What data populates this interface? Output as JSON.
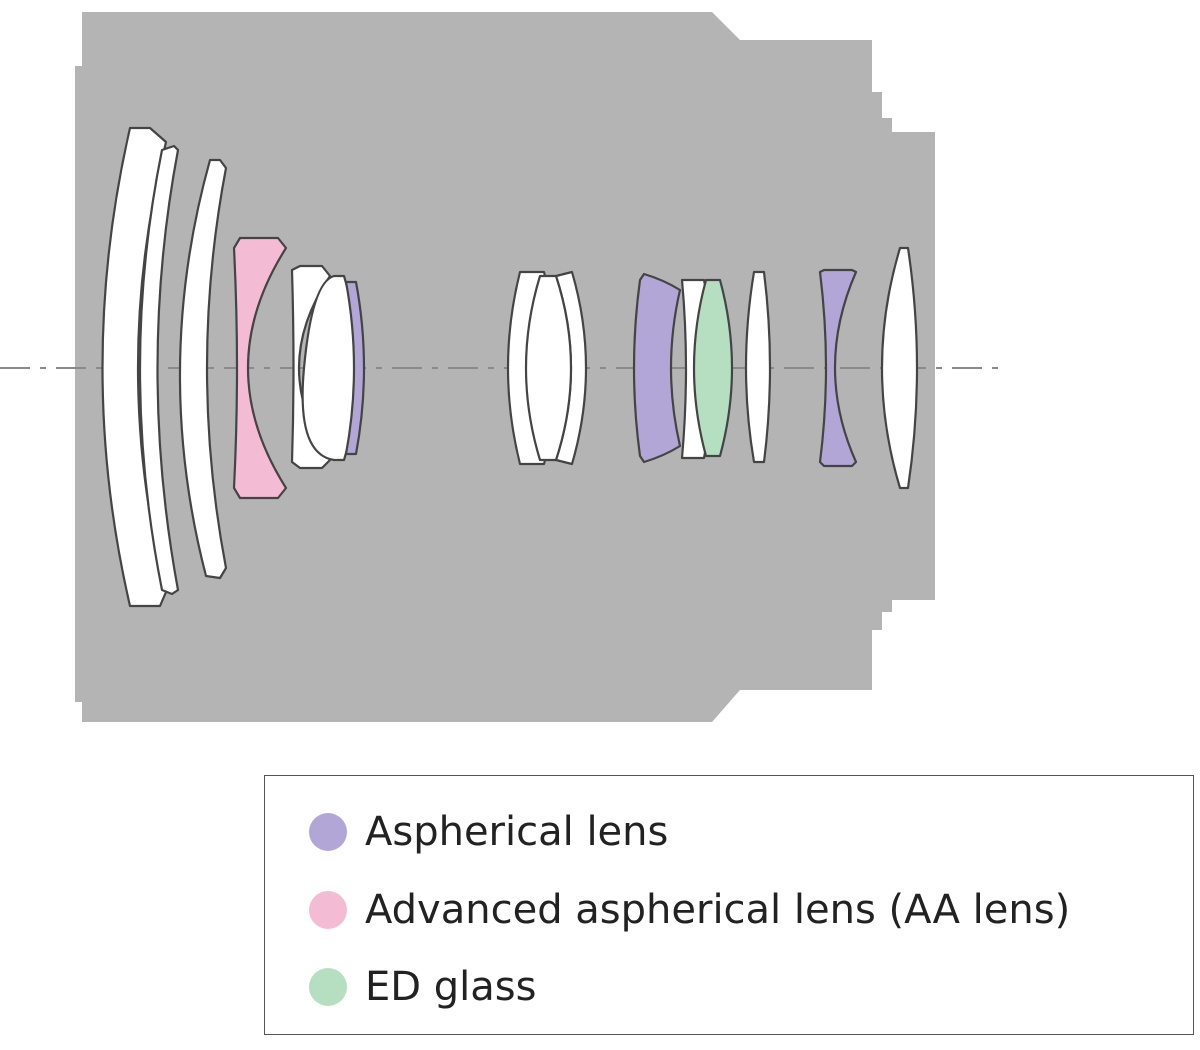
{
  "colors": {
    "housing": "#b4b4b4",
    "lens_plain": "#ffffff",
    "outline": "#444444",
    "axis": "#8a8a8a",
    "aspherical": "#b1a6d6",
    "advanced_aspherical": "#f4bcd4",
    "ed_glass": "#b5dfc0"
  },
  "legend": {
    "items": [
      {
        "key": "aspherical",
        "label": "Aspherical lens",
        "color": "#b1a6d6"
      },
      {
        "key": "advanced_aspherical",
        "label": "Advanced aspherical lens (AA lens)",
        "color": "#f4bcd4"
      },
      {
        "key": "ed_glass",
        "label": "ED glass",
        "color": "#b5dfc0"
      }
    ]
  }
}
